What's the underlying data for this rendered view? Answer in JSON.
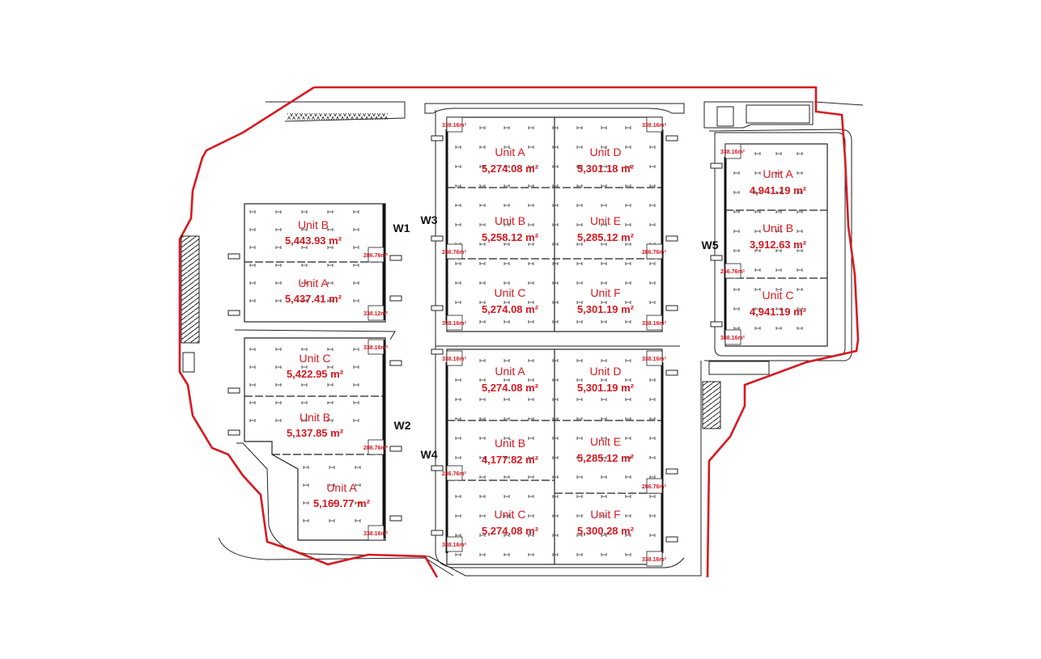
{
  "colors": {
    "boundary": "#d71920",
    "lines": "#222222",
    "text": "#d71920",
    "label": "#111111"
  },
  "buildings": [
    {
      "name": "W1",
      "units": [
        {
          "id": "W1-B",
          "label": "Unit B",
          "area": "5,443.93 m²"
        },
        {
          "id": "W1-A",
          "label": "Unit A",
          "area": "5,437.41 m²"
        }
      ],
      "tags": [
        "286.76m²",
        "338.12m²"
      ]
    },
    {
      "name": "W2",
      "units": [
        {
          "id": "W2-C",
          "label": "Unit C",
          "area": "5,422.95 m²"
        },
        {
          "id": "W2-B",
          "label": "Unit B",
          "area": "5,137.85 m²"
        },
        {
          "id": "W2-A",
          "label": "Unit A",
          "area": "5,169.77 m²"
        }
      ],
      "tags": [
        "338.16m²",
        "286.76m²",
        "338.16m²"
      ]
    },
    {
      "name": "W3",
      "units": [
        {
          "id": "W3-A",
          "label": "Unit A",
          "area": "5,274.08 m²"
        },
        {
          "id": "W3-D",
          "label": "Unit D",
          "area": "5,301.18 m²"
        },
        {
          "id": "W3-B",
          "label": "Unit B",
          "area": "5,258.12 m²"
        },
        {
          "id": "W3-E",
          "label": "Unit E",
          "area": "5,285.12 m²"
        },
        {
          "id": "W3-C",
          "label": "Unit C",
          "area": "5,274.08 m²"
        },
        {
          "id": "W3-F",
          "label": "Unit F",
          "area": "5,301.19 m²"
        }
      ],
      "tags": [
        "338.16m²",
        "338.16m²",
        "286.76m²",
        "286.76m²",
        "338.16m²",
        "338.16m²"
      ]
    },
    {
      "name": "W4",
      "units": [
        {
          "id": "W4-A",
          "label": "Unit A",
          "area": "5,274.08 m²"
        },
        {
          "id": "W4-D",
          "label": "Unit D",
          "area": "5,301.19 m²"
        },
        {
          "id": "W4-B",
          "label": "Unit B",
          "area": "4,177.82 m²"
        },
        {
          "id": "W4-E",
          "label": "Unit E",
          "area": "5,285.12 m²"
        },
        {
          "id": "W4-C",
          "label": "Unit C",
          "area": "5,274.08 m²"
        },
        {
          "id": "W4-F",
          "label": "Unit F",
          "area": "5,300.28 m²"
        }
      ],
      "tags": [
        "338.16m²",
        "338.16m²",
        "286.76m²",
        "286.76m²",
        "338.16m²",
        "338.16m²"
      ]
    },
    {
      "name": "W5",
      "units": [
        {
          "id": "W5-A",
          "label": "Unit A",
          "area": "4,941.19 m²"
        },
        {
          "id": "W5-B",
          "label": "Unit B",
          "area": "3,912.63 m²"
        },
        {
          "id": "W5-C",
          "label": "Unit C",
          "area": "4,941.19 m²"
        }
      ],
      "tags": [
        "338.16m²",
        "286.76m²",
        "338.16m²"
      ]
    }
  ]
}
